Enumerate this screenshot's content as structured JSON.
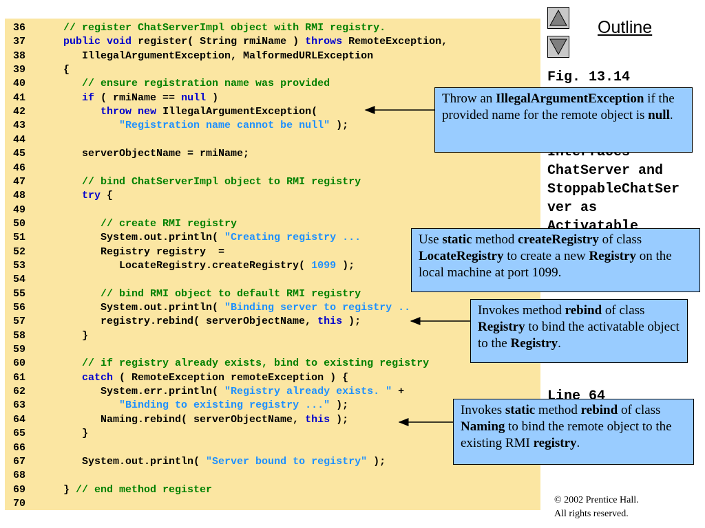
{
  "code_lines": [
    {
      "n": "36",
      "parts": [
        {
          "t": "   "
        },
        {
          "t": "// register ChatServerImpl object with RMI registry.",
          "c": "cm"
        }
      ]
    },
    {
      "n": "37",
      "parts": [
        {
          "t": "   "
        },
        {
          "t": "public",
          "c": "kw"
        },
        {
          "t": " "
        },
        {
          "t": "void",
          "c": "kw"
        },
        {
          "t": " register( String rmiName ) "
        },
        {
          "t": "throws",
          "c": "kw"
        },
        {
          "t": " RemoteException,"
        }
      ]
    },
    {
      "n": "38",
      "parts": [
        {
          "t": "      IllegalArgumentException, MalformedURLException"
        }
      ]
    },
    {
      "n": "39",
      "parts": [
        {
          "t": "   {"
        }
      ]
    },
    {
      "n": "40",
      "parts": [
        {
          "t": "      "
        },
        {
          "t": "// ensure registration name was provided",
          "c": "cm"
        }
      ]
    },
    {
      "n": "41",
      "parts": [
        {
          "t": "      "
        },
        {
          "t": "if",
          "c": "kw"
        },
        {
          "t": " ( rmiName == "
        },
        {
          "t": "null",
          "c": "kw"
        },
        {
          "t": " )"
        }
      ]
    },
    {
      "n": "42",
      "parts": [
        {
          "t": "         "
        },
        {
          "t": "throw",
          "c": "kw"
        },
        {
          "t": " "
        },
        {
          "t": "new",
          "c": "kw"
        },
        {
          "t": " IllegalArgumentException("
        }
      ]
    },
    {
      "n": "43",
      "parts": [
        {
          "t": "            "
        },
        {
          "t": "\"Registration name cannot be null\"",
          "c": "st"
        },
        {
          "t": " );"
        }
      ]
    },
    {
      "n": "44",
      "parts": [
        {
          "t": ""
        }
      ]
    },
    {
      "n": "45",
      "parts": [
        {
          "t": "      serverObjectName = rmiName;"
        }
      ]
    },
    {
      "n": "46",
      "parts": [
        {
          "t": ""
        }
      ]
    },
    {
      "n": "47",
      "parts": [
        {
          "t": "      "
        },
        {
          "t": "// bind ChatServerImpl object to RMI registry",
          "c": "cm"
        }
      ]
    },
    {
      "n": "48",
      "parts": [
        {
          "t": "      "
        },
        {
          "t": "try",
          "c": "kw"
        },
        {
          "t": " {"
        }
      ]
    },
    {
      "n": "49",
      "parts": [
        {
          "t": ""
        }
      ]
    },
    {
      "n": "50",
      "parts": [
        {
          "t": "         "
        },
        {
          "t": "// create RMI registry",
          "c": "cm"
        }
      ]
    },
    {
      "n": "51",
      "parts": [
        {
          "t": "         System.out.println( "
        },
        {
          "t": "\"Creating registry ...",
          "c": "st"
        }
      ]
    },
    {
      "n": "52",
      "parts": [
        {
          "t": "         Registry registry  ="
        }
      ]
    },
    {
      "n": "53",
      "parts": [
        {
          "t": "            LocateRegistry.createRegistry( "
        },
        {
          "t": "1099",
          "c": "num"
        },
        {
          "t": " );"
        }
      ]
    },
    {
      "n": "54",
      "parts": [
        {
          "t": ""
        }
      ]
    },
    {
      "n": "55",
      "parts": [
        {
          "t": "         "
        },
        {
          "t": "// bind RMI object to default RMI registry",
          "c": "cm"
        }
      ]
    },
    {
      "n": "56",
      "parts": [
        {
          "t": "         System.out.println( "
        },
        {
          "t": "\"Binding server to registry ..",
          "c": "st"
        }
      ]
    },
    {
      "n": "57",
      "parts": [
        {
          "t": "         registry.rebind( serverObjectName, "
        },
        {
          "t": "this",
          "c": "kw"
        },
        {
          "t": " );"
        }
      ]
    },
    {
      "n": "58",
      "parts": [
        {
          "t": "      }"
        }
      ]
    },
    {
      "n": "59",
      "parts": [
        {
          "t": ""
        }
      ]
    },
    {
      "n": "60",
      "parts": [
        {
          "t": "      "
        },
        {
          "t": "// if registry already exists, bind to existing registry",
          "c": "cm"
        }
      ]
    },
    {
      "n": "61",
      "parts": [
        {
          "t": "      "
        },
        {
          "t": "catch",
          "c": "kw"
        },
        {
          "t": " ( RemoteException remoteException ) {"
        }
      ]
    },
    {
      "n": "62",
      "parts": [
        {
          "t": "         System.err.println( "
        },
        {
          "t": "\"Registry already exists. \"",
          "c": "st"
        },
        {
          "t": " +"
        }
      ]
    },
    {
      "n": "63",
      "parts": [
        {
          "t": "            "
        },
        {
          "t": "\"Binding to existing registry ...\"",
          "c": "st"
        },
        {
          "t": " );"
        }
      ]
    },
    {
      "n": "64",
      "parts": [
        {
          "t": "         Naming.rebind( serverObjectName, "
        },
        {
          "t": "this",
          "c": "kw"
        },
        {
          "t": " );"
        }
      ]
    },
    {
      "n": "65",
      "parts": [
        {
          "t": "      }"
        }
      ]
    },
    {
      "n": "66",
      "parts": [
        {
          "t": ""
        }
      ]
    },
    {
      "n": "67",
      "parts": [
        {
          "t": "      System.out.println( "
        },
        {
          "t": "\"Server bound to registry\"",
          "c": "st"
        },
        {
          "t": " );"
        }
      ]
    },
    {
      "n": "68",
      "parts": [
        {
          "t": ""
        }
      ]
    },
    {
      "n": "69",
      "parts": [
        {
          "t": "   } "
        },
        {
          "t": "// end method register",
          "c": "cm"
        }
      ]
    },
    {
      "n": "70",
      "parts": [
        {
          "t": ""
        }
      ]
    }
  ],
  "outline": {
    "title": "Outline"
  },
  "side_text": [
    "Fig. 13.14",
    "Interfaces",
    "ChatServer and",
    "StoppableChatSer",
    "ver as",
    "Activatable",
    "Line 64"
  ],
  "callouts": [
    [
      {
        "t": "Throw an "
      },
      {
        "t": "IllegalArgumentException",
        "b": true
      },
      {
        "t": " if the provided name for the remote object is "
      },
      {
        "t": "null",
        "b": true
      },
      {
        "t": "."
      }
    ],
    [
      {
        "t": "Use "
      },
      {
        "t": "static",
        "b": true
      },
      {
        "t": " method "
      },
      {
        "t": "createRegistry",
        "b": true
      },
      {
        "t": " of class "
      },
      {
        "t": "LocateRegistry",
        "b": true
      },
      {
        "t": " to create a new "
      },
      {
        "t": "Registry",
        "b": true
      },
      {
        "t": " on the local machine at port 1099."
      }
    ],
    [
      {
        "t": "Invokes method "
      },
      {
        "t": "rebind",
        "b": true
      },
      {
        "t": " of class "
      },
      {
        "t": "Registry",
        "b": true
      },
      {
        "t": " to bind the activatable object to the "
      },
      {
        "t": "Registry",
        "b": true
      },
      {
        "t": "."
      }
    ],
    [
      {
        "t": "Invokes "
      },
      {
        "t": "static",
        "b": true
      },
      {
        "t": " method "
      },
      {
        "t": "rebind",
        "b": true
      },
      {
        "t": " of class "
      },
      {
        "t": "Naming",
        "b": true
      },
      {
        "t": " to bind the remote object to the existing RMI "
      },
      {
        "t": "registry",
        "b": true
      },
      {
        "t": "."
      }
    ]
  ],
  "copyright": {
    "line1": "© 2002 Prentice Hall.",
    "line2": "All rights reserved."
  },
  "colors": {
    "panel": "#fbe6a2",
    "keyword": "#0000cc",
    "comment": "#008000",
    "string": "#1e90ff",
    "callout": "#99ccff"
  }
}
